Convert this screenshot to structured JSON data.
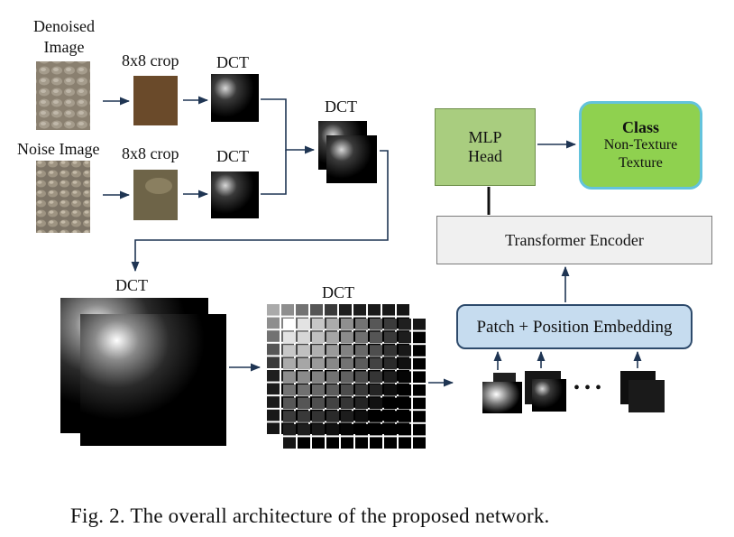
{
  "labels": {
    "denoised_image": [
      "Denoised",
      "Image"
    ],
    "noise_image": "Noise Image",
    "crop_top": "8x8 crop",
    "crop_bottom": "8x8 crop",
    "dct_top": "DCT",
    "dct_bottom": "DCT",
    "dct_stacked": "DCT",
    "dct_large": "DCT",
    "dct_grid": "DCT"
  },
  "boxes": {
    "mlp": [
      "MLP",
      "Head"
    ],
    "class_title": "Class",
    "class_items": [
      "Non-Texture",
      "Texture"
    ],
    "transformer": "Transformer Encoder",
    "embedding": "Patch + Position Embedding"
  },
  "patch_ellipsis": "• • •",
  "caption": "Fig. 2.  The overall architecture of the proposed network.",
  "colors": {
    "arrow": "#1f3553",
    "mlp_fill": "#a9cd7f",
    "class_fill": "#8fd14f",
    "class_border": "#63c3dc",
    "transformer_fill": "#f0f0f0",
    "embedding_fill": "#c6dcef",
    "crop_top_fill": "#6a4a2a",
    "crop_bottom_fill": "#6e6448"
  },
  "grid": {
    "rows": 10,
    "cols": 10
  }
}
